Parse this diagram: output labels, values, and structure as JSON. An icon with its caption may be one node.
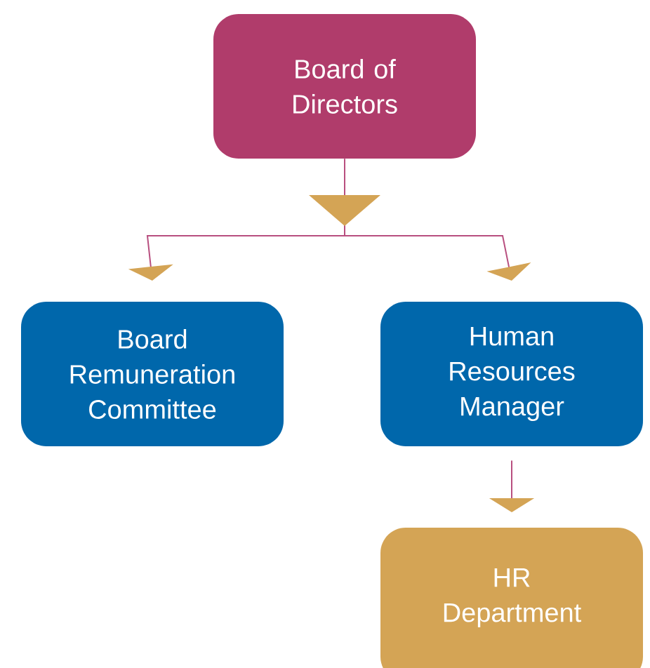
{
  "diagram": {
    "nodes": [
      {
        "text": [
          "Board of Directors"
        ]
      },
      {
        "text": [
          "Board Remuneration Committee"
        ]
      },
      {
        "text": [
          "Human Resources Manager"
        ]
      },
      {
        "text": [
          "HR Department"
        ]
      }
    ],
    "edges": [
      {
        "from": 0,
        "to": 1,
        "arrow": "to"
      },
      {
        "from": 0,
        "to": 2,
        "arrow": "to"
      },
      {
        "from": 2,
        "to": 3,
        "arrow": "to"
      }
    ]
  }
}
